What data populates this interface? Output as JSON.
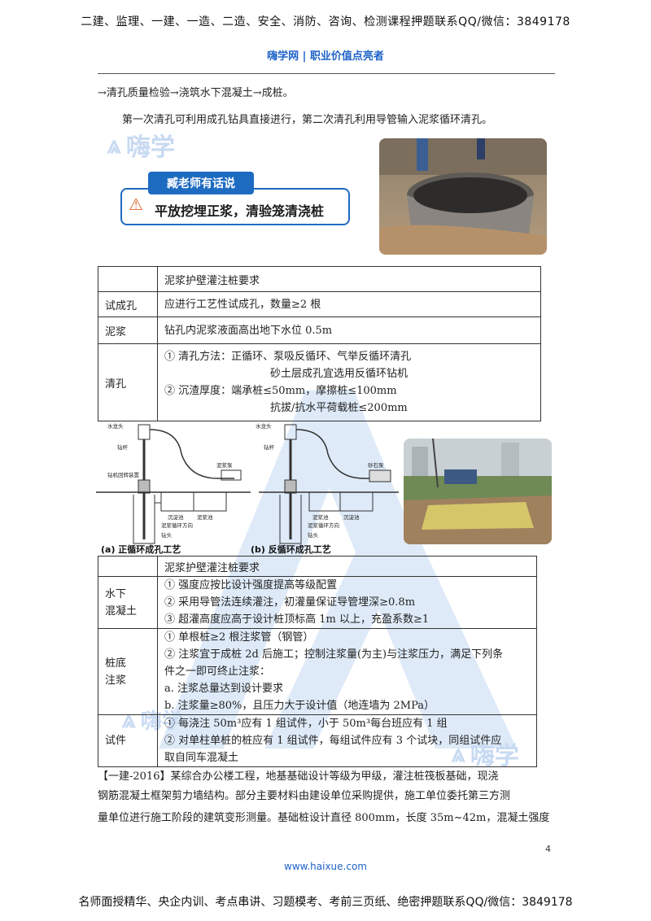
{
  "header": {
    "top_line": "二建、监理、一建、一造、二造、安全、消防、咨询、检测课程押题联系QQ/微信：3849178",
    "brand": "嗨学网 | 职业价值点亮者"
  },
  "watermark": {
    "logo_text": "嗨学"
  },
  "body": {
    "line1": "→清孔质量检验→浇筑水下混凝土→成桩。",
    "line2": "第一次清孔可利用成孔钻具直接进行，第二次清孔利用导管输入泥浆循环清孔。"
  },
  "callout": {
    "tag": "臧老师有话说",
    "text": "平放挖埋正浆，清验笼清浇桩"
  },
  "table1": {
    "header": "泥浆护壁灌注桩要求",
    "rows": [
      {
        "label": "试成孔",
        "lines": [
          "应进行工艺性试成孔，数量≥2 根"
        ]
      },
      {
        "label": "泥浆",
        "lines": [
          "钻孔内泥浆液面高出地下水位 0.5m"
        ]
      },
      {
        "label": "清孔",
        "lines": [
          "① 清孔方法：正循环、泵吸反循环、气举反循环清孔",
          "砂土层成孔宜选用反循环钻机",
          "② 沉渣厚度：端承桩≤50mm，摩擦桩≤100mm",
          "抗拔/抗水平荷载桩≤200mm"
        ]
      }
    ]
  },
  "diagram": {
    "labels": {
      "water_tap": "水龙头",
      "drill_rod": "钻杆",
      "drill_rig": "钻机回转装置",
      "mud_pump": "泥浆泵",
      "sand_pump": "砂石泵",
      "settling_tank": "沉淀池",
      "mud_tank": "泥浆池",
      "flow_dir": "泥浆循环方向",
      "drill_bit": "钻头"
    },
    "caption_a": "(a) 正循环成孔工艺",
    "caption_b": "(b) 反循环成孔工艺"
  },
  "table2": {
    "header": "泥浆护壁灌注桩要求",
    "rows": [
      {
        "label_lines": [
          "水下",
          "混凝土"
        ],
        "lines": [
          "① 强度应按比设计强度提高等级配置",
          "② 采用导管法连续灌注，初灌量保证导管埋深≥0.8m",
          "③ 超灌高度应高于设计桩顶标高 1m 以上，充盈系数≥1"
        ]
      },
      {
        "label_lines": [
          "桩底",
          "注浆"
        ],
        "lines": [
          "① 单根桩≥2 根注浆管（钢管）",
          "② 注浆宜于成桩 2d 后施工；控制注浆量(为主)与注浆压力，满足下列条",
          "件之一即可终止注浆：",
          "a. 注浆总量达到设计要求",
          "b. 注浆量≥80%，且压力大于设计值（地连墙为 2MPa）"
        ]
      },
      {
        "label_lines": [
          "试件"
        ],
        "lines": [
          "① 每浇注 50m³应有 1 组试件，小于 50m³每台班应有 1 组",
          "② 对单柱单桩的桩应有 1 组试件，每组试件应有 3 个试块，同组试件应",
          "取自同车混凝土"
        ]
      }
    ]
  },
  "paragraph": {
    "lines": [
      "【一建-2016】某综合办公楼工程，地基基础设计等级为甲级，灌注桩筏板基础，现浇",
      "钢筋混凝土框架剪力墙结构。部分主要材料由建设单位采购提供，施工单位委托第三方测",
      "量单位进行施工阶段的建筑变形测量。基础桩设计直径 800mm，长度 35m~42m，混凝土强度"
    ]
  },
  "footer": {
    "page_number": "4",
    "site": "www.haixue.com",
    "bottom_line": "名师面授精华、央企内训、考点串讲、习题模考、考前三页纸、绝密押题联系QQ/微信：3849178"
  },
  "colors": {
    "brand_blue": "#1f63c8",
    "callout_blue": "#1e6bc2",
    "icon_orange": "#e0622a"
  }
}
